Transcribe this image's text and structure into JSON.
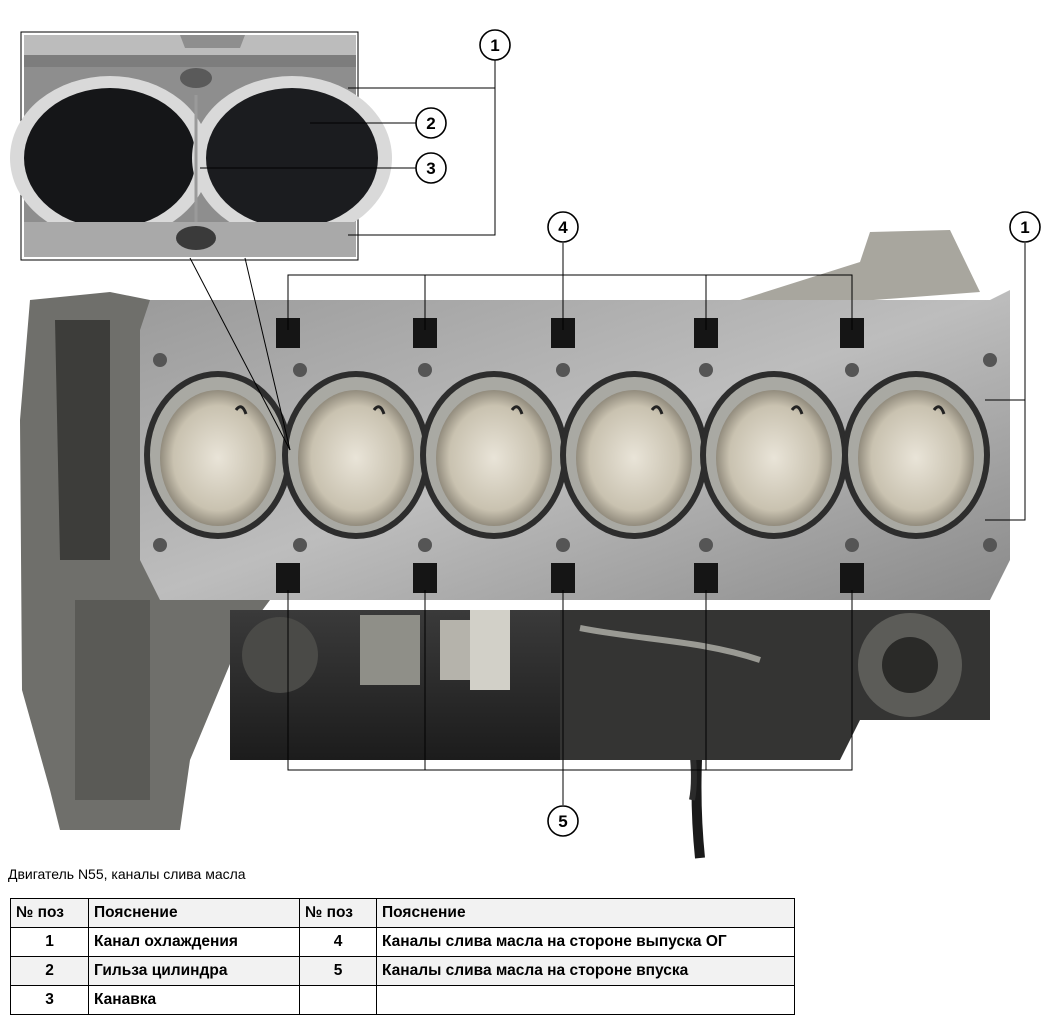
{
  "figure": {
    "callouts": {
      "c1_top": "1",
      "c2": "2",
      "c3": "3",
      "c4": "4",
      "c1_right": "1",
      "c5": "5"
    }
  },
  "caption": "Двигатель N55, каналы слива масла",
  "legend": {
    "headers": [
      "№ поз",
      "Пояснение",
      "№ поз",
      "Пояснение"
    ],
    "rows": [
      {
        "pos1": "1",
        "text1": "Канал охлаждения",
        "pos2": "4",
        "text2": "Каналы слива масла на стороне выпуска ОГ"
      },
      {
        "pos1": "2",
        "text1": "Гильза цилиндра",
        "pos2": "5",
        "text2": "Каналы слива масла на стороне впуска"
      },
      {
        "pos1": "3",
        "text1": "Канавка",
        "pos2": "",
        "text2": ""
      }
    ]
  }
}
